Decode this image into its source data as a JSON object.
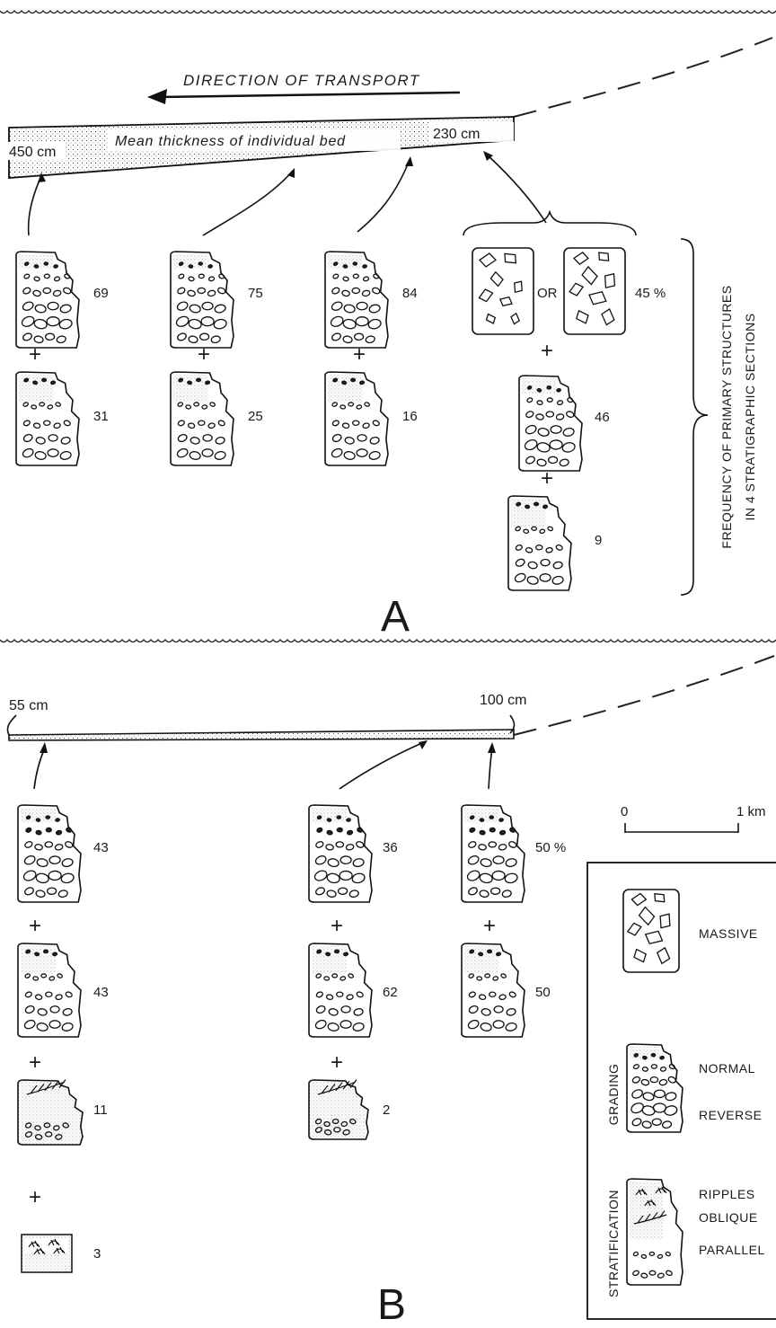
{
  "panel_a": {
    "label": "A",
    "transport_label": "DIRECTION OF TRANSPORT",
    "thickness_left": "450 cm",
    "thickness_mid": "Mean thickness of individual bed",
    "thickness_right": "230 cm",
    "or_label": "OR",
    "plus": "+",
    "columns": [
      {
        "top": "69",
        "bottom": "31"
      },
      {
        "top": "75",
        "bottom": "25"
      },
      {
        "top": "84",
        "bottom": "16"
      },
      {
        "massive": "45 %",
        "graded": "46",
        "stratified": "9"
      }
    ],
    "side_label_1": "FREQUENCY OF PRIMARY STRUCTURES",
    "side_label_2": "IN 4 STRATIGRAPHIC SECTIONS"
  },
  "panel_b": {
    "label": "B",
    "thickness_left": "55 cm",
    "thickness_right": "100 cm",
    "plus": "+",
    "columns": [
      {
        "graded": "43",
        "parallel": "43",
        "oblique": "11",
        "ripples": "3"
      },
      {
        "graded": "36",
        "parallel": "62",
        "oblique": "2"
      },
      {
        "graded": "50 %",
        "parallel": "50"
      }
    ]
  },
  "scale": {
    "zero": "0",
    "km": "1 km"
  },
  "legend": {
    "massive": "MASSIVE",
    "grading": "GRADING",
    "normal": "NORMAL",
    "reverse": "REVERSE",
    "stratification": "STRATIFICATION",
    "ripples": "RIPPLES",
    "oblique": "OBLIQUE",
    "parallel": "PARALLEL"
  }
}
